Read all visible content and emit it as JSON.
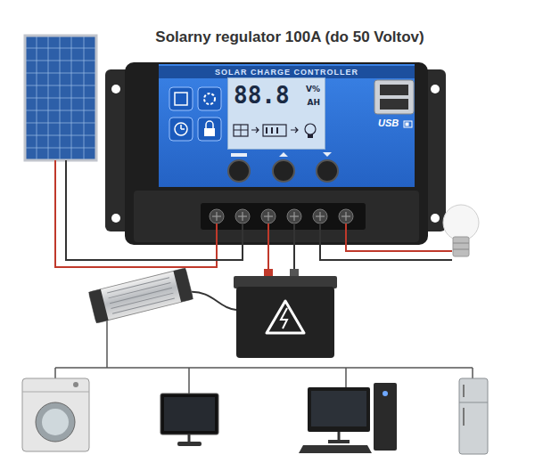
{
  "diagram": {
    "title": "Solarny regulator 100A (do 50 Voltov)",
    "nodes": [
      {
        "text": [
          "SOLAR CHARGE CONTROLLER"
        ]
      },
      {
        "text": [
          "88.8",
          "V%",
          "AH"
        ],
        "in": 0
      }
    ],
    "labels": [
      "USB"
    ]
  }
}
